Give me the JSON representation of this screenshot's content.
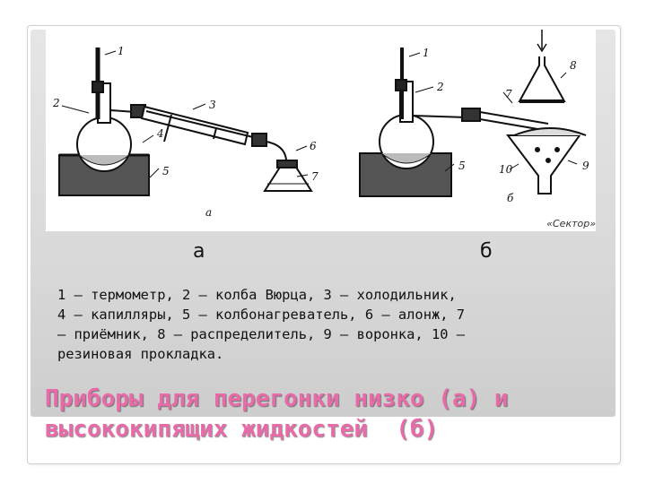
{
  "figure": {
    "label_a": "а",
    "label_b": "б",
    "apparatus_a": {
      "part_numbers": [
        "1",
        "2",
        "3",
        "4",
        "5",
        "6",
        "7"
      ],
      "caption": "а"
    },
    "apparatus_b": {
      "part_numbers": [
        "1",
        "2",
        "5",
        "7",
        "8",
        "9",
        "10"
      ],
      "caption": "б"
    },
    "corner_text": "«Сектор»"
  },
  "legend": {
    "text": "1 – термометр, 2 – колба Вюрца, 3 – холодильник,\n4 – капилляры, 5 – колбонагреватель, 6 – алонж, 7\n– приёмник, 8 – распределитель, 9 – воронка, 10 –\nрезиновая прокладка."
  },
  "title": {
    "line1": "Приборы для перегонки низко (а) и",
    "line2": "высококипящих жидкостей  (б)"
  }
}
